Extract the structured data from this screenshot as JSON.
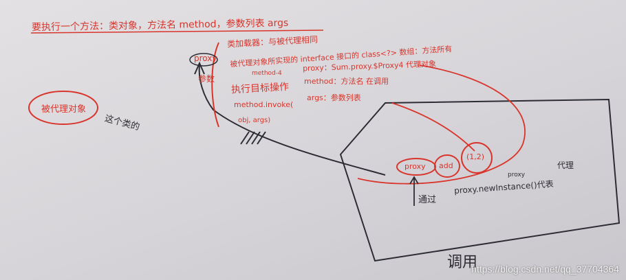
{
  "photo": {
    "notes": {
      "title_line": "要执行一个方法：类对象，方法名 method，参数列表 args",
      "proxy_word": "proxy",
      "load_line": "类加载器：与被代理相同",
      "interface_line": "被代理对象所实现的 interface 接口的 class<?> 数组：方法所有",
      "param_label": "参数",
      "proxy_param": "proxy：Sum.proxy.$Proxy4 代理对象",
      "method_param": "method：方法名 在调用",
      "args_param": "args：参数列表",
      "exec_label": "执行目标操作",
      "invoke_call": "method.invoke(",
      "obj_args": "obj, args)",
      "target_label": "被代理对象",
      "arrow_note": "这个类的",
      "call_word": "通过",
      "new_instance": "proxy.newInstance()代表",
      "proxy_top": "proxy",
      "dai_li": "代理",
      "call_box_proxy": "proxy",
      "call_box_add": "add",
      "call_box_args": "(1,2)",
      "call_caption": "调用",
      "handler_title": "Handler",
      "exec_num": "method-4"
    },
    "watermark": "https://blog.csdn.net/qq_37704364"
  }
}
